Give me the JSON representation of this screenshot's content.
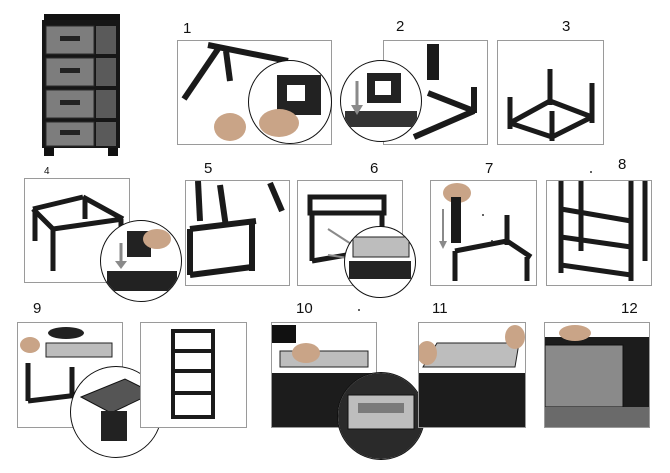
{
  "steps": {
    "s1": "1",
    "s2": "2",
    "s3": "3",
    "s4": "4",
    "s5": "5",
    "s6": "6",
    "s7": "7",
    "s8": "8",
    "s9": "9",
    "s10": "10",
    "s11": "11",
    "s12": "12"
  },
  "colors": {
    "frame": "#1a1a1a",
    "drawer": "#6c6c6c",
    "drawer_light": "#9b9b9b",
    "skin": "#c9a487",
    "arrow": "#8a8a8a"
  }
}
